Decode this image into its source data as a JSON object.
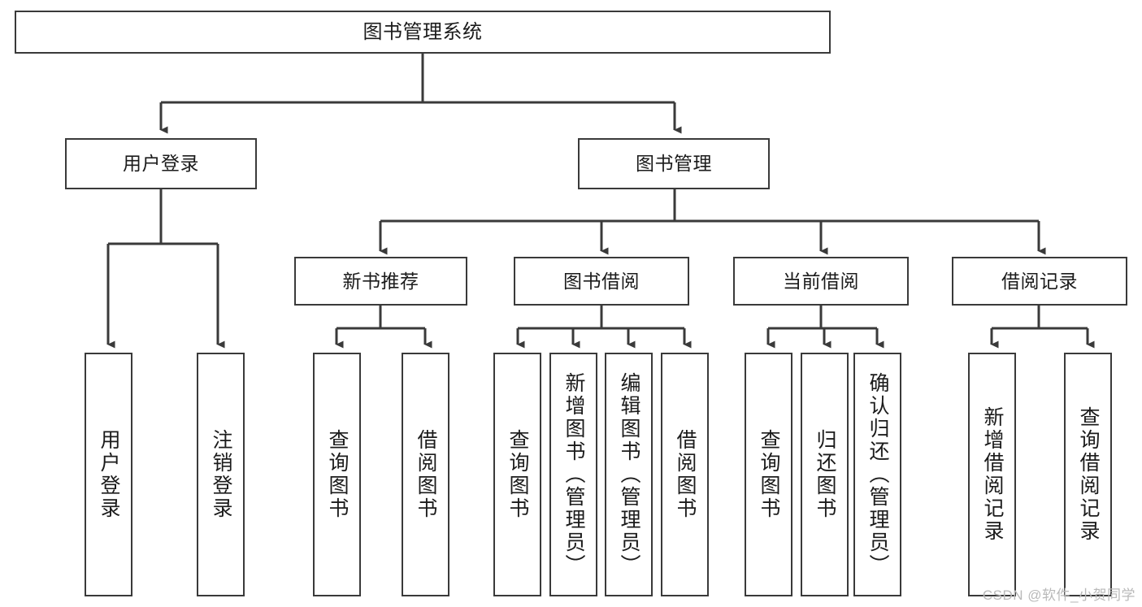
{
  "diagram": {
    "title": "图书管理系统",
    "watermark": "CSDN @软件_小贺同学",
    "colors": {
      "stroke": "#3a3a3a",
      "fill": "#ffffff",
      "text": "#1b1b1b",
      "watermark": "#b9b9b9"
    },
    "root": {
      "label": "图书管理系统"
    },
    "level2": [
      {
        "label": "用户登录"
      },
      {
        "label": "图书管理"
      }
    ],
    "level3": [
      {
        "label": "新书推荐"
      },
      {
        "label": "图书借阅"
      },
      {
        "label": "当前借阅"
      },
      {
        "label": "借阅记录"
      }
    ],
    "leaves": {
      "user_login": [
        {
          "label": "用户登录"
        },
        {
          "label": "注销登录"
        }
      ],
      "new_book_recommend": [
        {
          "label": "查询图书"
        },
        {
          "label": "借阅图书"
        }
      ],
      "book_borrow": [
        {
          "label": "查询图书"
        },
        {
          "label": "新增图书（管理员）"
        },
        {
          "label": "编辑图书（管理员）"
        },
        {
          "label": "借阅图书"
        }
      ],
      "current_borrow": [
        {
          "label": "查询图书"
        },
        {
          "label": "归还图书"
        },
        {
          "label": "确认归还（管理员）"
        }
      ],
      "borrow_record": [
        {
          "label": "新增借阅记录"
        },
        {
          "label": "查询借阅记录"
        }
      ]
    }
  }
}
